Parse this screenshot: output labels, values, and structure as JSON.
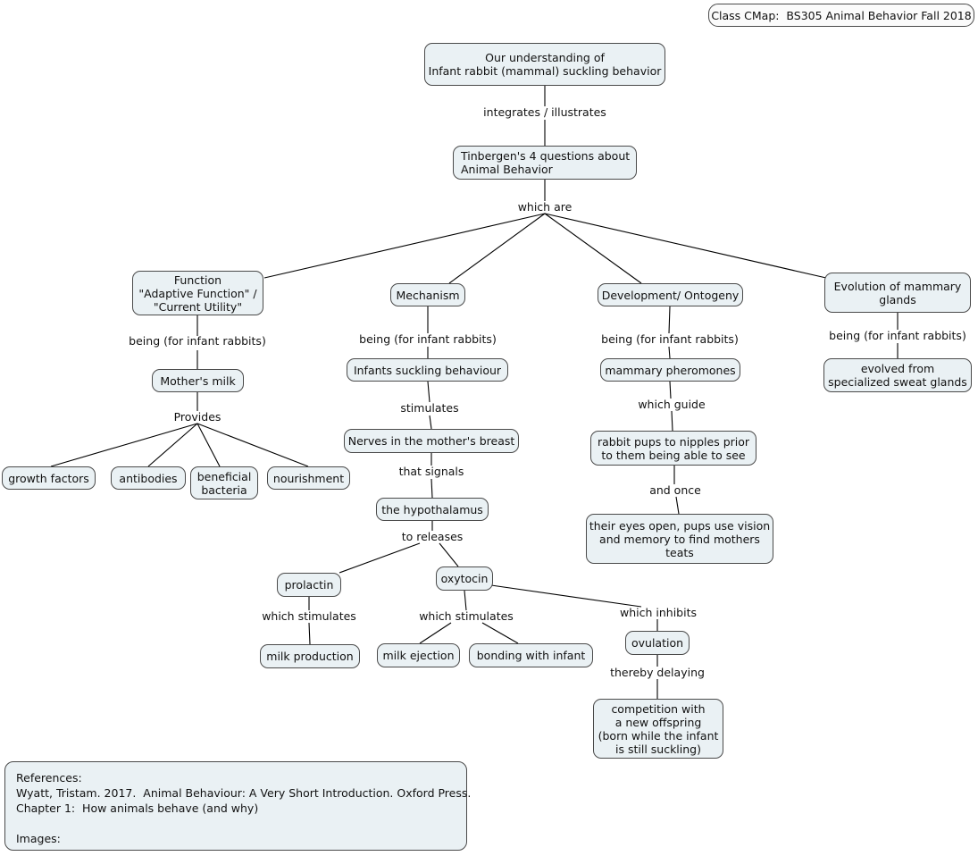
{
  "title_badge": {
    "label": "Class CMap:  BS305 Animal Behavior Fall 2018"
  },
  "nodes": [
    {
      "id": "root",
      "text": "Our understanding of\nInfant rabbit (mammal) suckling behavior"
    },
    {
      "id": "tinbergen",
      "text": "Tinbergen's 4 questions about\nAnimal Behavior"
    },
    {
      "id": "function",
      "text": "Function\n\"Adaptive Function\" /\n\"Current Utility\""
    },
    {
      "id": "mechanism",
      "text": "Mechanism"
    },
    {
      "id": "development",
      "text": "Development/ Ontogeny"
    },
    {
      "id": "evolution",
      "text": "Evolution of mammary\nglands"
    },
    {
      "id": "mothersmilk",
      "text": "Mother's milk"
    },
    {
      "id": "growth",
      "text": "growth factors"
    },
    {
      "id": "antibodies",
      "text": "antibodies"
    },
    {
      "id": "bacteria",
      "text": "beneficial\nbacteria"
    },
    {
      "id": "nourishment",
      "text": "nourishment"
    },
    {
      "id": "suckling",
      "text": "Infants suckling behaviour"
    },
    {
      "id": "nerves",
      "text": "Nerves in the mother's breast"
    },
    {
      "id": "hypothalamus",
      "text": "the hypothalamus"
    },
    {
      "id": "prolactin",
      "text": "prolactin"
    },
    {
      "id": "oxytocin",
      "text": "oxytocin"
    },
    {
      "id": "milkprod",
      "text": "milk production"
    },
    {
      "id": "milkeject",
      "text": "milk ejection"
    },
    {
      "id": "bonding",
      "text": "bonding with infant"
    },
    {
      "id": "ovulation",
      "text": "ovulation"
    },
    {
      "id": "competition",
      "text": "competition with\na new offspring\n(born while the infant\nis still suckling)"
    },
    {
      "id": "pheromones",
      "text": "mammary pheromones"
    },
    {
      "id": "rabbitpups",
      "text": "rabbit pups to nipples prior\nto them being able to see"
    },
    {
      "id": "eyesopen",
      "text": "their eyes open, pups use vision\nand memory to find mothers\nteats"
    },
    {
      "id": "sweatglands",
      "text": "evolved from\nspecialized sweat glands"
    }
  ],
  "link_labels": [
    {
      "id": "l-integrates",
      "text": "integrates / illustrates"
    },
    {
      "id": "l-whichare",
      "text": "which are"
    },
    {
      "id": "l-being-fn",
      "text": "being (for infant rabbits)"
    },
    {
      "id": "l-being-mech",
      "text": "being (for infant rabbits)"
    },
    {
      "id": "l-being-dev",
      "text": "being (for infant rabbits)"
    },
    {
      "id": "l-being-evo",
      "text": "being (for infant rabbits)"
    },
    {
      "id": "l-provides",
      "text": "Provides"
    },
    {
      "id": "l-stimulates",
      "text": "stimulates"
    },
    {
      "id": "l-thatsignals",
      "text": "that signals"
    },
    {
      "id": "l-toreleases",
      "text": "to releases"
    },
    {
      "id": "l-whichstim-1",
      "text": "which stimulates"
    },
    {
      "id": "l-whichstim-2",
      "text": "which stimulates"
    },
    {
      "id": "l-whichinhib",
      "text": "which inhibits"
    },
    {
      "id": "l-thereby",
      "text": "thereby delaying"
    },
    {
      "id": "l-whichguide",
      "text": "which guide"
    },
    {
      "id": "l-andonce",
      "text": "and once"
    }
  ],
  "references": {
    "text": "References:\nWyatt, Tristam. 2017.  Animal Behaviour: A Very Short Introduction. Oxford Press.\nChapter 1:  How animals behave (and why)\n\nImages:"
  },
  "colors": {
    "node_fill": "#eaf1f4",
    "node_border": "#4a4a4a",
    "edge": "#000000",
    "text": "#111111",
    "background": "#ffffff"
  }
}
